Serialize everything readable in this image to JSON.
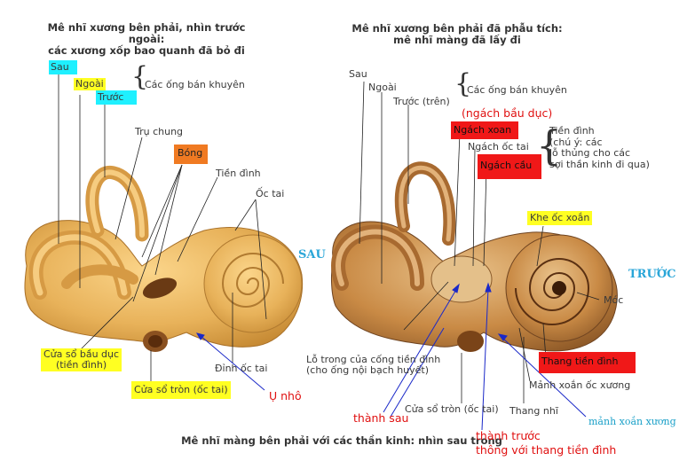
{
  "titles": {
    "left": "Mê nhĩ xương bên phải, nhìn trước ngoài:\ncác xương xốp bao quanh đã bỏ đi",
    "right": "Mê nhĩ xương bên phải đã phẫu tích:\nmê nhĩ màng đã lấy đi",
    "bottom": "Mê nhĩ màng bên phải với các thần kinh: nhìn sau trong"
  },
  "left_labels": {
    "sau": "Sau",
    "ngoai": "Ngoài",
    "truoc": "Trước",
    "ong_ban_khuyen": "Các ống bán khuyên",
    "tru_chung": "Trụ chung",
    "bong": "Bóng",
    "tien_dinh": "Tiền đình",
    "oc_tai": "Ốc tai",
    "cua_so_bau_duc": "Cửa sổ bầu dục\n(tiền đình)",
    "cua_so_tron": "Cửa sổ tròn (ốc tai)",
    "dinh_oc_tai": "Đỉnh ốc tai",
    "u_nho": "Ụ nhô"
  },
  "right_labels": {
    "sau": "Sau",
    "ngoai": "Ngoài",
    "truoc_tren": "Trước (trên)",
    "ong_ban_khuyen": "Các ống bán khuyên",
    "ngach_bau_duc": "(ngách bầu dục)",
    "ngach_xoan": "Ngách xoan",
    "ngach_oc_tai": "Ngách ốc tai",
    "ngach_cau": "Ngách cầu",
    "tien_dinh_note": "Tiền đình\n(chú ý: các\nlỗ thủng cho các\nsợi thần kinh đi qua)",
    "khe_oc_xoan": "Khe ốc xoắn",
    "moc": "Móc",
    "lo_trong": "Lỗ trong của cống tiền đình\n(cho ống nội bạch huyết)",
    "thang_tien_dinh": "Thang tiền đình",
    "manh_xoan": "Mảnh xoắn ốc xương",
    "cua_so_tron": "Cửa sổ tròn (ốc tai)",
    "thang_nhi": "Thang nhĩ",
    "thanh_sau": "thành sau",
    "thanh_truoc": "thành trước\nthông với thang tiền đình",
    "manh_xoan_xuong": "mảnh xoắn xương"
  },
  "side_labels": {
    "sau": "SAU",
    "truoc": "TRƯỚC"
  },
  "colors": {
    "cyan": "#1ff0ff",
    "yellow": "#ffff22",
    "orange": "#f07a22",
    "red": "#f01818",
    "red_text": "#e01010",
    "blue_side": "#2aa6d8",
    "bone_left": "#e8b25a",
    "bone_right": "#c98a45"
  }
}
